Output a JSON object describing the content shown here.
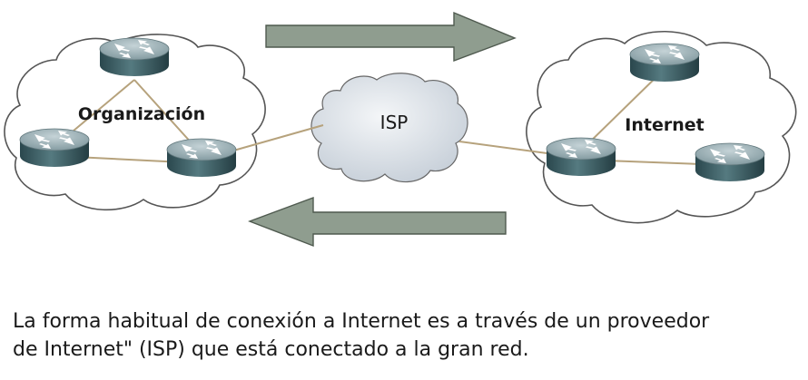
{
  "diagram": {
    "org_label": "Organización",
    "internet_label": "Internet",
    "isp_label": "ISP",
    "colors": {
      "cloud_fill": "#ffffff",
      "cloud_stroke": "#555555",
      "isp_fill": "#dde3ea",
      "arrow_fill": "#8f9d8f",
      "arrow_stroke": "#4f5a4f",
      "link": "#b6a27c",
      "router_top": "#9bb0b6",
      "router_side": "#335258"
    },
    "icons": {
      "router": "router-icon",
      "cloud": "cloud-icon",
      "arrow": "arrow-icon"
    }
  },
  "caption": {
    "line1": "La forma habitual de conexión a Internet es a través de un proveedor",
    "line2": "de Internet\" (ISP) que está conectado a la gran red."
  }
}
